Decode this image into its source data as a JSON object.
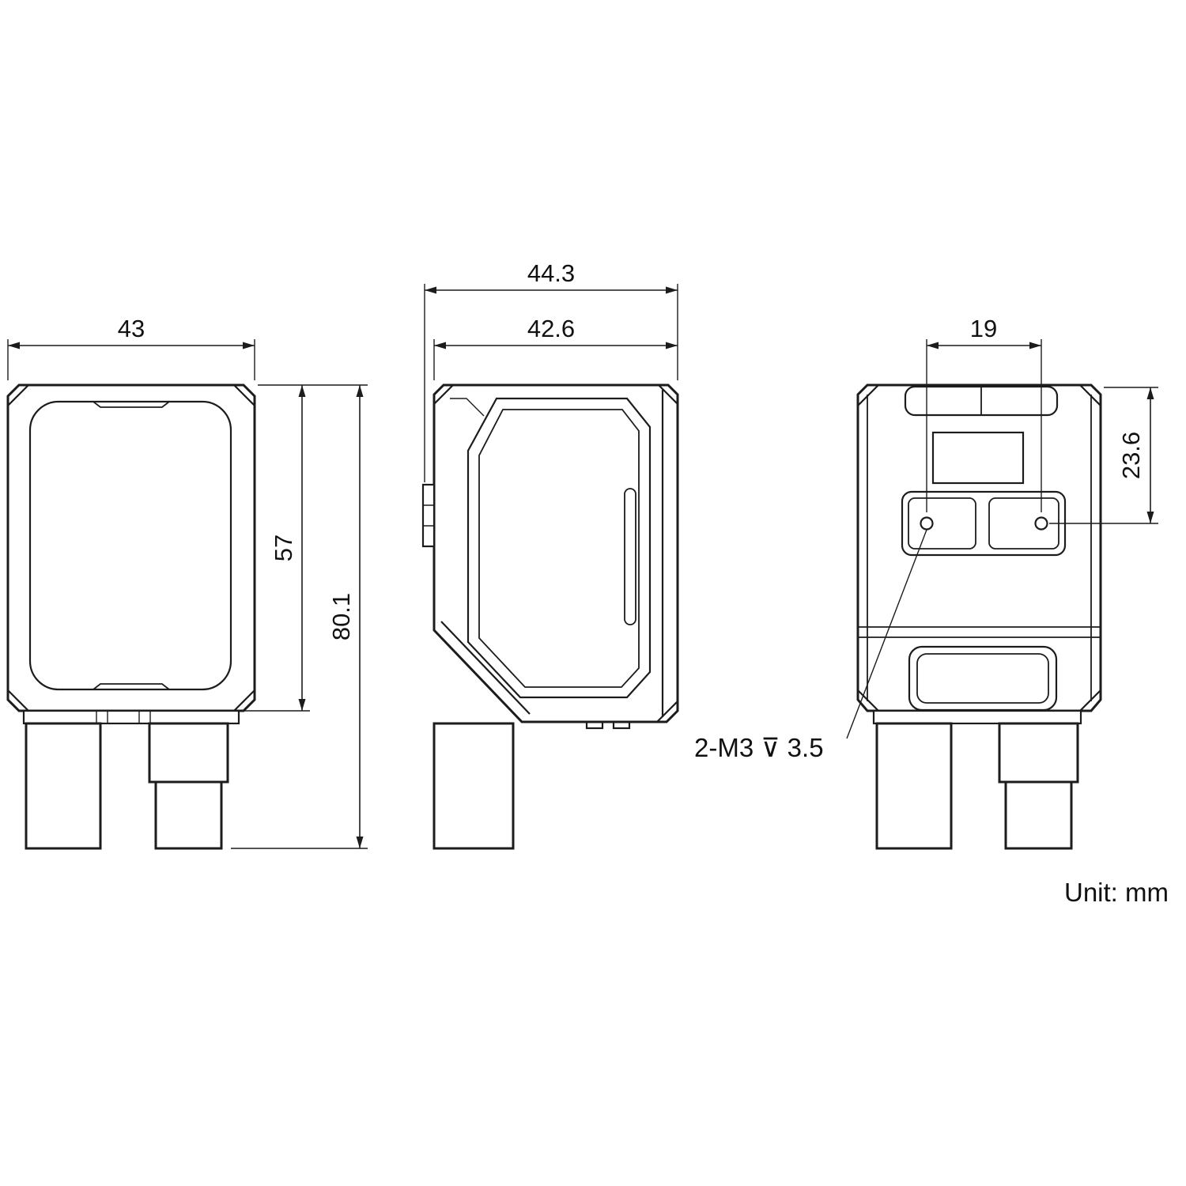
{
  "unit_note": "Unit: mm",
  "views": {
    "front": {
      "width": "43",
      "body_height": "57",
      "overall_height": "80.1"
    },
    "side": {
      "overall_depth": "44.3",
      "body_depth": "42.6"
    },
    "rear": {
      "hole_spacing": "19",
      "hole_offset": "23.6",
      "thread_callout": "2-M3 ⊽ 3.5"
    }
  },
  "colors": {
    "line": "#1c1c1c",
    "background": "#ffffff"
  }
}
